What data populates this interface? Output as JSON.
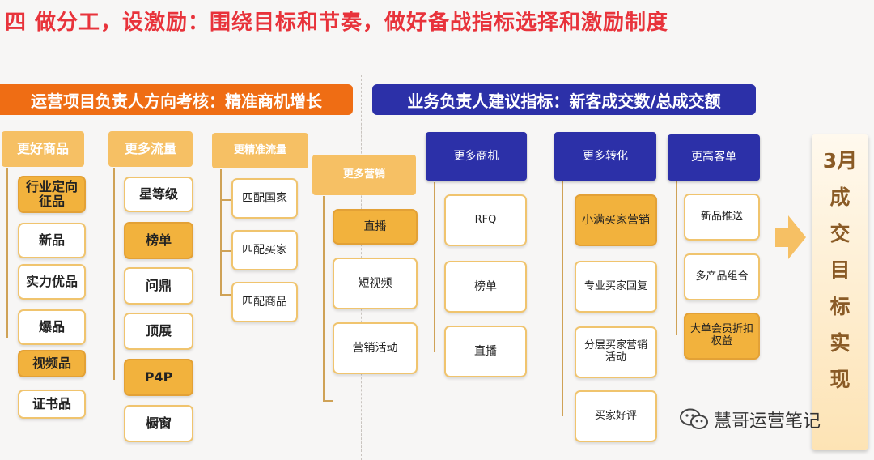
{
  "title": "四 做分工，设激励：围绕目标和节奏，做好备战指标选择和激励制度",
  "banners": {
    "left": "运营项目负责人方向考核：精准商机增长",
    "right": "业务负责人建议指标：新客成交数/总成交额"
  },
  "columns": [
    {
      "header": "更好商品",
      "items": [
        "行业定向征品",
        "新品",
        "实力优品",
        "爆品",
        "视频品",
        "证书品"
      ]
    },
    {
      "header": "更多流量",
      "items": [
        "星等级",
        "榜单",
        "问鼎",
        "顶展",
        "P4P",
        "橱窗"
      ]
    },
    {
      "header": "更精准流量",
      "items": [
        "匹配国家",
        "匹配买家",
        "匹配商品"
      ]
    },
    {
      "header": "更多营销",
      "items": [
        "直播",
        "短视频",
        "营销活动"
      ]
    },
    {
      "header": "更多商机",
      "items": [
        "RFQ",
        "榜单",
        "直播"
      ]
    },
    {
      "header": "更多转化",
      "items": [
        "小满买家营销",
        "专业买家回复",
        "分层买家营销活动",
        "买家好评"
      ]
    },
    {
      "header": "更高客单",
      "items": [
        "新品推送",
        "多产品组合",
        "大单会员折扣权益"
      ]
    }
  ],
  "result": {
    "chars": [
      "3月",
      "成",
      "交",
      "目",
      "标",
      "实",
      "现"
    ]
  },
  "watermark": {
    "text": "慧哥运营笔记",
    "icon": "wechat-icon"
  },
  "colors": {
    "title": "#e8333b",
    "banner_left": "#ef6d14",
    "banner_right": "#2c30a8",
    "header_orange": "#f6c064",
    "leaf_highlight": "#f2b23d",
    "result_text": "#8a5b26"
  }
}
